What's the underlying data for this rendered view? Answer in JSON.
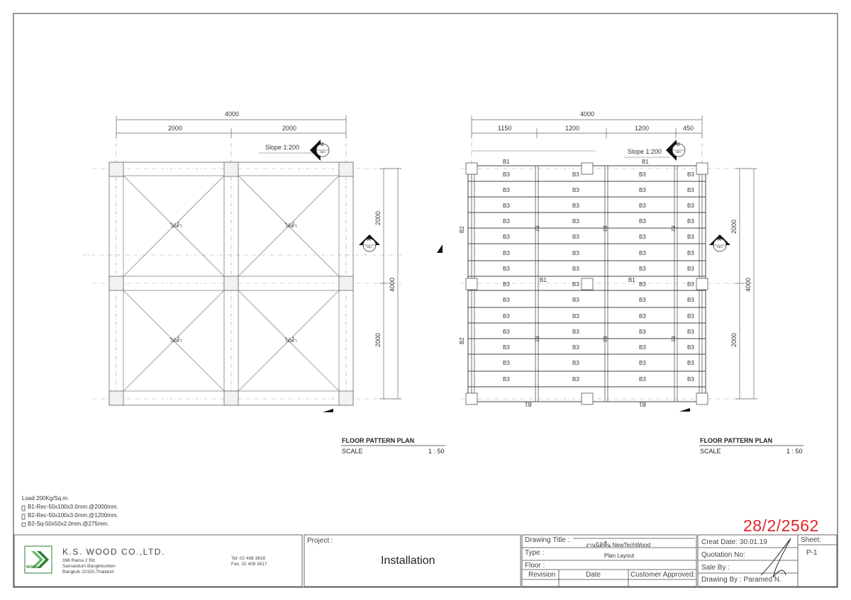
{
  "left_plan": {
    "dim_total": "4000",
    "dim_sub": [
      "2000",
      "2000"
    ],
    "dim_right_total": "4000",
    "dim_right_sub": [
      "2000",
      "2000"
    ],
    "slope": "Slope 1:200",
    "section_b": {
      "letter": "B",
      "sub": "SEC"
    },
    "section_a": {
      "letter": "A",
      "sub": "SEC"
    },
    "marker_label": "ไม้ค้ำ",
    "caption_title": "FLOOR PATTERN PLAN",
    "caption_scale_label": "SCALE",
    "caption_scale_value": "1 : 50"
  },
  "right_plan": {
    "dim_total": "4000",
    "dim_sub": [
      "1150",
      "1200",
      "1200",
      "450"
    ],
    "dim_right_total": "4000",
    "dim_right_sub": [
      "2000",
      "2000"
    ],
    "slope": "Slope 1:200",
    "section_b": {
      "letter": "B",
      "sub": "SEC"
    },
    "section_a": {
      "letter": "A",
      "sub": "SEC"
    },
    "beam_b1": "B1",
    "beam_b2": "B2",
    "beam_b3": "B3",
    "caption_title": "FLOOR PATTERN PLAN",
    "caption_scale_label": "SCALE",
    "caption_scale_value": "1 : 50"
  },
  "notes": {
    "load": "Load 200Kg/Sq.m.",
    "items": [
      "B1-Rec-50x100x3.0mm.@2000mm.",
      "B2-Rec-50x100x3.0mm.@1200mm.",
      "B2-Sq-50x50x2.0mm.@275mm."
    ]
  },
  "date_stamp": "28/2/2562",
  "title_block": {
    "company": "K.S. WOOD CO.,LTD.",
    "logo_letters": "KS",
    "logo_word": "WOOD",
    "address": [
      "398 Rama 2 Rd.",
      "Samaedum Bangkhuntien",
      "Bangkok 10150,Thailand."
    ],
    "phone": [
      "Tel: 02 408 3816",
      "Fax: 02 408 3817"
    ],
    "project_label": "Project :",
    "project_value": "Installation",
    "drawing_title_label": "Drawing Title :",
    "drawing_title_value": "งานนิติพื้น NewTechWood",
    "type_label": "Type :",
    "type_value": "Plan Layout",
    "floor_label": "Floor :",
    "revision_label": "Revision",
    "date_label": "Date",
    "customer_label": "Customer Approved:",
    "create_date": "Creat Date: 30.01.19",
    "quotation": "Quotation No:",
    "sale_by": "Sale By :",
    "drawing_by": "Drawing By : Paramed N.",
    "sheet_label": "Sheet:",
    "sheet_value": "P-1"
  }
}
